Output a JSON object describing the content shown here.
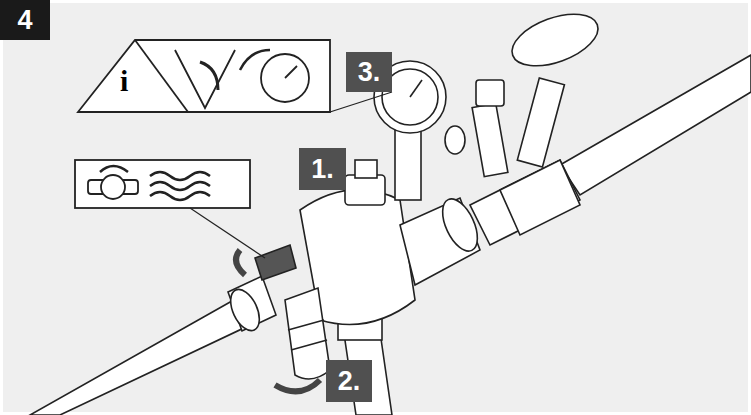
{
  "diagram": {
    "labels": [
      "4",
      "i",
      "3.",
      "1.",
      "2."
    ]
  }
}
